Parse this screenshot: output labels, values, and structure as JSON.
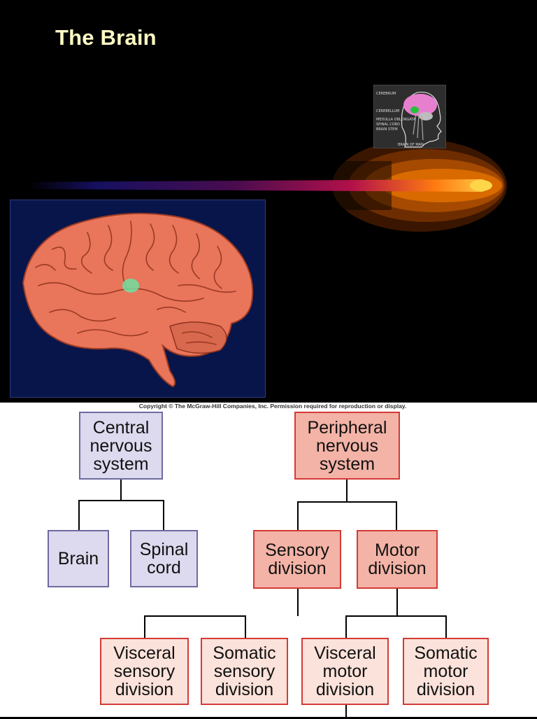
{
  "slide": {
    "title": "The Brain",
    "thumbnail_labels": [
      "CEREBRUM",
      "CEREBELLUM",
      "MEDULLA OBLONGATA",
      "SPINAL CORD",
      "BRAIN STEM",
      "BRAIN OF MAN"
    ]
  },
  "diagram": {
    "copyright": "Copyright © The McGraw-Hill Companies, Inc. Permission required for reproduction or display.",
    "cns": {
      "label": "Central\nnervous\nsystem",
      "children": [
        "Brain",
        "Spinal\ncord"
      ]
    },
    "pns": {
      "label": "Peripheral\nnervous\nsystem",
      "sensory": {
        "label": "Sensory\ndivision",
        "children": [
          "Visceral\nsensory\ndivision",
          "Somatic\nsensory\ndivision"
        ]
      },
      "motor": {
        "label": "Motor\ndivision",
        "children": [
          "Visceral\nmotor\ndivision",
          "Somatic\nmotor\ndivision"
        ]
      }
    }
  },
  "colors": {
    "background": "#000000",
    "title": "#fffbc4",
    "cns_fill": "#ddd9ee",
    "cns_border": "#6e6aa0",
    "pns_fill": "#f3b3a6",
    "pns_border": "#d43a36",
    "sub_fill": "#fbe2da",
    "brain": "#e9755a",
    "panel": "#07154a"
  }
}
